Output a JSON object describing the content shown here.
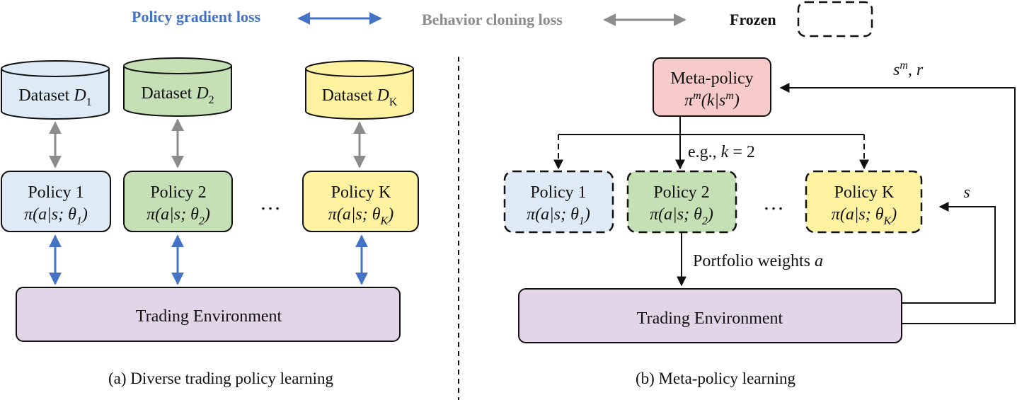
{
  "legend": {
    "policy_gradient": {
      "label": "Policy gradient loss",
      "color": "#4472C4"
    },
    "behavior_cloning": {
      "label": "Behavior cloning loss",
      "color": "#8C8C8C"
    },
    "frozen": {
      "label": "Frozen"
    }
  },
  "colors": {
    "blue_fill": "#DEEBF7",
    "green_fill": "#C5E0B4",
    "yellow_fill": "#FFF2A0",
    "red_fill": "#F8CBCB",
    "purple_fill": "#E2D5E8",
    "gray_arrow": "#8C8C8C",
    "blue_arrow": "#4472C4"
  },
  "panel_a": {
    "datasets": [
      {
        "prefix": "Dataset ",
        "var": "D",
        "sub": "1"
      },
      {
        "prefix": "Dataset ",
        "var": "D",
        "sub": "2"
      },
      {
        "prefix": "Dataset ",
        "var": "D",
        "sub": "K"
      }
    ],
    "policies": [
      {
        "label": "Policy 1",
        "sub": "1"
      },
      {
        "label": "Policy 2",
        "sub": "2"
      },
      {
        "label": "Policy K",
        "sub": "K"
      }
    ],
    "ellipsis": "…",
    "environment": "Trading Environment",
    "caption": "(a) Diverse trading policy learning"
  },
  "panel_b": {
    "meta_policy": {
      "title": "Meta-policy"
    },
    "example": "e.g., ",
    "example_var": "k",
    "example_value": " = 2",
    "policies": [
      {
        "label": "Policy 1",
        "sub": "1"
      },
      {
        "label": "Policy 2",
        "sub": "2"
      },
      {
        "label": "Policy K",
        "sub": "K"
      }
    ],
    "ellipsis": "…",
    "weights_label": "Portfolio weights ",
    "weights_var": "a",
    "environment": "Trading Environment",
    "state_label": "s",
    "meta_state_var": "s",
    "meta_state_sup": "m",
    "meta_reward": ",  r",
    "caption": "(b) Meta-policy learning"
  }
}
